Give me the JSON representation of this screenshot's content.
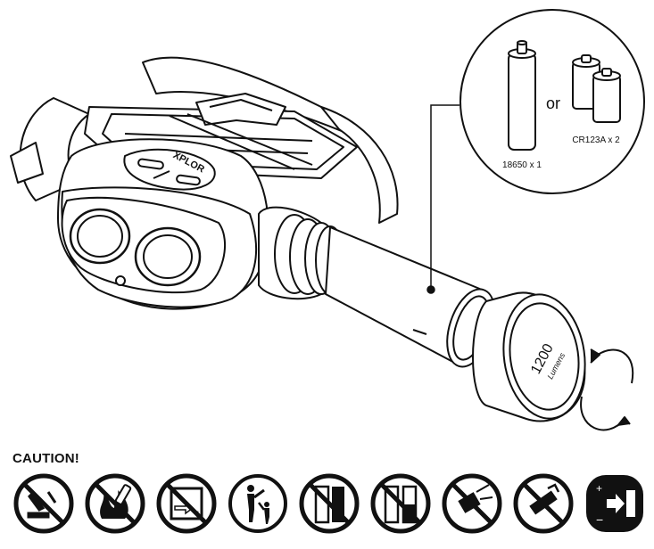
{
  "product": {
    "brand_label": "XPLOR",
    "cap_lumens_value": "1200",
    "cap_lumens_unit": "Lumens"
  },
  "battery_options": {
    "option_a_label": "18650 x 1",
    "separator": "or",
    "option_b_label": "CR123A x 2"
  },
  "caution": {
    "title": "CAUTION!",
    "icons": [
      "no-impact-icon",
      "no-fire-icon",
      "no-reverse-polarity-icon",
      "keep-from-children-icon",
      "no-short-circuit-icon",
      "no-mixed-batteries-icon",
      "no-disassembly-icon",
      "no-crushing-icon",
      "correct-polarity-icon"
    ]
  }
}
